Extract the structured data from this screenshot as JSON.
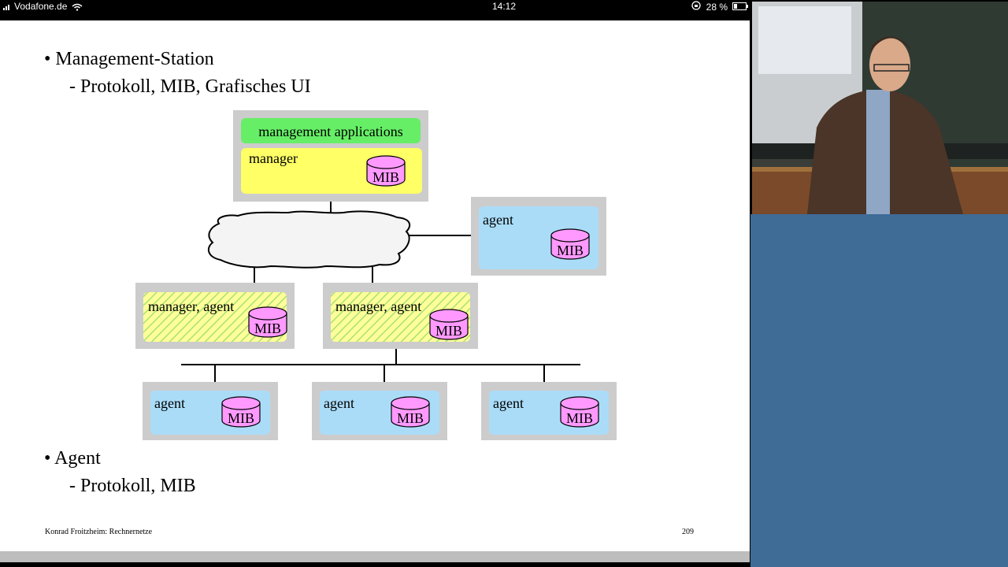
{
  "status_bar": {
    "carrier": "Vodafone.de",
    "time": "14:12",
    "battery": "28 %"
  },
  "slide": {
    "bullets": [
      {
        "title": "• Management-Station",
        "sub": "- Protokoll, MIB, Grafisches UI"
      },
      {
        "title": "• Agent",
        "sub": "- Protokoll, MIB"
      }
    ],
    "diagram": {
      "mgmt_apps": "management applications",
      "manager": "manager",
      "mib": "MIB",
      "agent_right": "agent",
      "mid_left": "manager, agent",
      "mid_right": "manager, agent",
      "agents_bottom": [
        "agent",
        "agent",
        "agent"
      ]
    },
    "footer": {
      "author": "Konrad Froitzheim: Rechnernetze",
      "page": "209"
    }
  },
  "colors": {
    "manager": "#ffff66",
    "apps": "#66ee66",
    "agent": "#aadcf8",
    "mib": "#ff99ff",
    "frame": "#cccccc",
    "video_panel": "#3f6b97"
  }
}
